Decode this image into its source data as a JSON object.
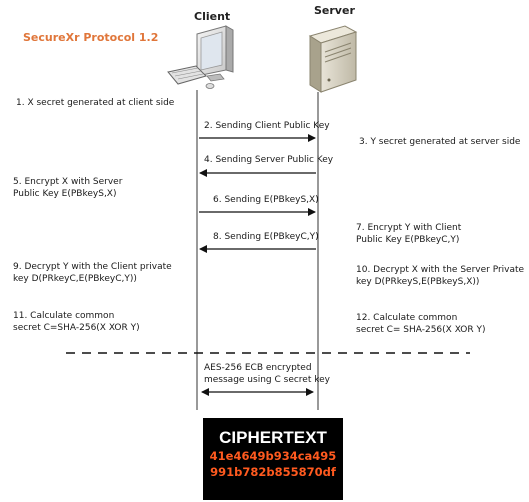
{
  "title": "SecureXr Protocol 1.2",
  "actors": {
    "client": "Client",
    "server": "Server"
  },
  "left_steps": {
    "s1": "1. X secret generated at client side",
    "s5": "5. Encrypt X with Server\nPublic Key E(PBkeyS,X)",
    "s9": "9. Decrypt Y with the Client private\nkey D(PRkeyC,E(PBkeyC,Y))",
    "s11": "11. Calculate common\nsecret C=SHA-256(X XOR Y)"
  },
  "right_steps": {
    "s3": "3. Y secret generated at server side",
    "s7": "7. Encrypt Y with Client\nPublic Key E(PBkeyC,Y)",
    "s10": "10. Decrypt X with the Server Private\nkey D(PRkeyS,E(PBkeyS,X))",
    "s12": "12. Calculate common\nsecret C= SHA-256(X XOR Y)"
  },
  "messages": {
    "m2": "2. Sending Client Public Key",
    "m4": "4. Sending Server Public Key",
    "m6": "6. Sending E(PBkeyS,X)",
    "m8": "8. Sending E(PBkeyC,Y)"
  },
  "channel": {
    "label": "AES-256 ECB encrypted\nmessage using C secret key"
  },
  "ciphertext": {
    "label": "CIPHERTEXT",
    "line1": "41e4649b934ca495",
    "line2": "991b782b855870df"
  },
  "colors": {
    "title": "#e0763a",
    "cipher_bg": "#000000",
    "cipher_label": "#ffffff",
    "cipher_hex": "#ff5a1f"
  },
  "icons": {
    "client": "desktop-computer-icon",
    "server": "server-tower-icon"
  }
}
